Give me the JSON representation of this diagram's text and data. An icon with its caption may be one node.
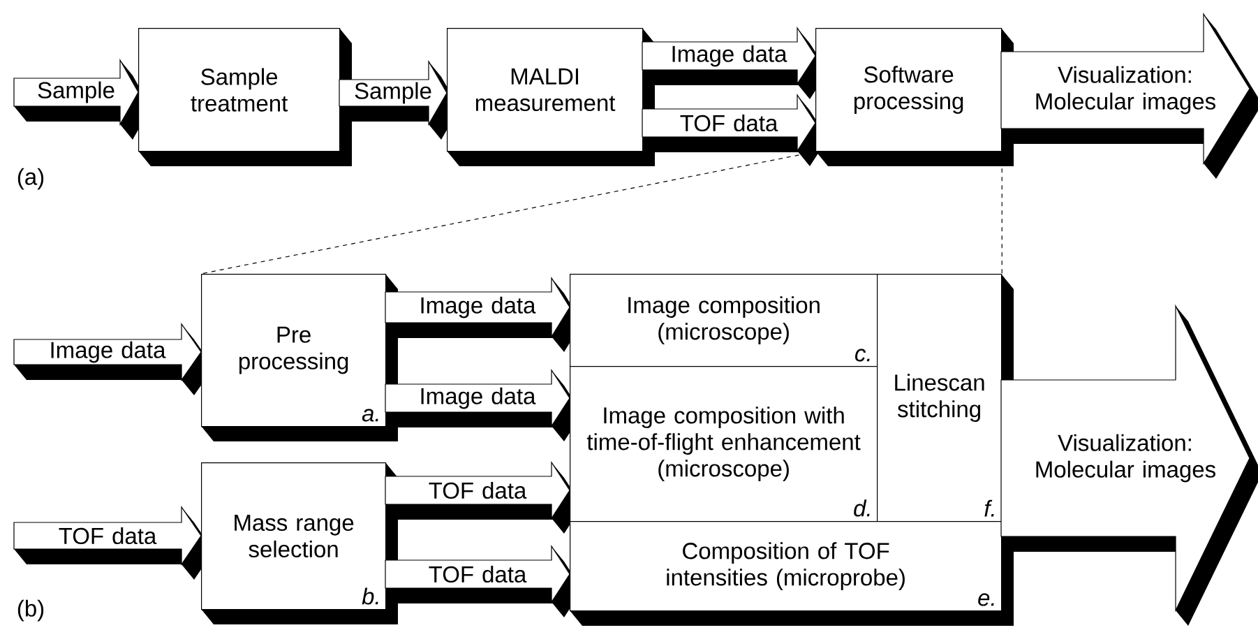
{
  "diagram": {
    "nodes": [
      {
        "text": [
          "Sample"
        ]
      },
      {
        "text": [
          "Sample treatment"
        ]
      },
      {
        "text": [
          "Sample"
        ]
      },
      {
        "text": [
          "MALDI measurement"
        ]
      },
      {
        "text": [
          "Image data"
        ]
      },
      {
        "text": [
          "TOF data"
        ]
      },
      {
        "text": [
          "Software processing"
        ]
      },
      {
        "text": [
          "Visualization: Molecular images"
        ]
      },
      {
        "text": [
          "Image data"
        ]
      },
      {
        "text": [
          "Pre processing",
          "a."
        ]
      },
      {
        "text": [
          "TOF data"
        ]
      },
      {
        "text": [
          "Mass range selection",
          "b."
        ]
      },
      {
        "text": [
          "Image data"
        ]
      },
      {
        "text": [
          "Image data"
        ]
      },
      {
        "text": [
          "TOF data"
        ]
      },
      {
        "text": [
          "TOF data"
        ]
      },
      {
        "text": [
          "Image composition (microscope)",
          "c."
        ]
      },
      {
        "text": [
          "Image composition with time-of-flight enhancement (microscope)",
          "d."
        ]
      },
      {
        "text": [
          "Linescan stitching",
          "f."
        ]
      },
      {
        "text": [
          "Composition of TOF intensities (microprobe)",
          "e."
        ]
      },
      {
        "text": [
          "Visualization: Molecular images"
        ]
      }
    ],
    "edges": [
      {
        "from": 6,
        "to": 9,
        "arrow": "none",
        "style": "dashed"
      },
      {
        "from": 6,
        "to": 18,
        "arrow": "none",
        "style": "dashed"
      }
    ],
    "labels": [
      "(a)",
      "(b)"
    ]
  }
}
